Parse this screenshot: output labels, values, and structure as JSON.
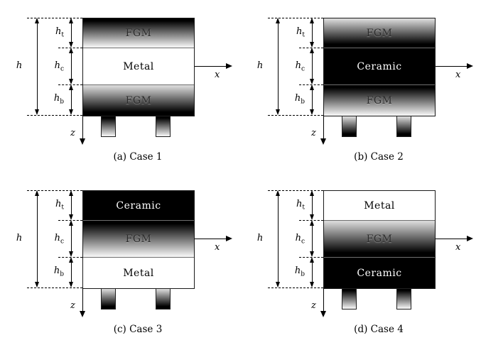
{
  "panels": [
    {
      "caption": "(a) Case 1",
      "layers": [
        {
          "label": "FGM",
          "fill": "grad-black-to-white"
        },
        {
          "label": "Metal",
          "fill": "white"
        },
        {
          "label": "FGM",
          "fill": "grad-white-to-black"
        }
      ],
      "legs_fill": "grad-black-to-white"
    },
    {
      "caption": "(b) Case 2",
      "layers": [
        {
          "label": "FGM",
          "fill": "grad-white-to-black"
        },
        {
          "label": "Ceramic",
          "fill": "black"
        },
        {
          "label": "FGM",
          "fill": "grad-black-to-white"
        }
      ],
      "legs_fill": "grad-white-to-black"
    },
    {
      "caption": "(c) Case 3",
      "layers": [
        {
          "label": "Ceramic",
          "fill": "black"
        },
        {
          "label": "FGM",
          "fill": "grad-black-to-white"
        },
        {
          "label": "Metal",
          "fill": "white"
        }
      ],
      "legs_fill": "grad-white-to-black"
    },
    {
      "caption": "(d) Case 4",
      "layers": [
        {
          "label": "Metal",
          "fill": "white"
        },
        {
          "label": "FGM",
          "fill": "grad-white-to-black"
        },
        {
          "label": "Ceramic",
          "fill": "black"
        }
      ],
      "legs_fill": "grad-black-to-white"
    }
  ],
  "dimensions": {
    "total": "h",
    "base": "h",
    "sub_top": "t",
    "sub_core": "c",
    "sub_bottom": "b"
  },
  "axes": {
    "horizontal": "x",
    "vertical": "z"
  },
  "colors": {
    "ceramic": "#000000",
    "metal": "#ffffff",
    "gradient_light": "#f2f2f2",
    "line": "#000000",
    "layer_divider": "#6f6f6f"
  }
}
